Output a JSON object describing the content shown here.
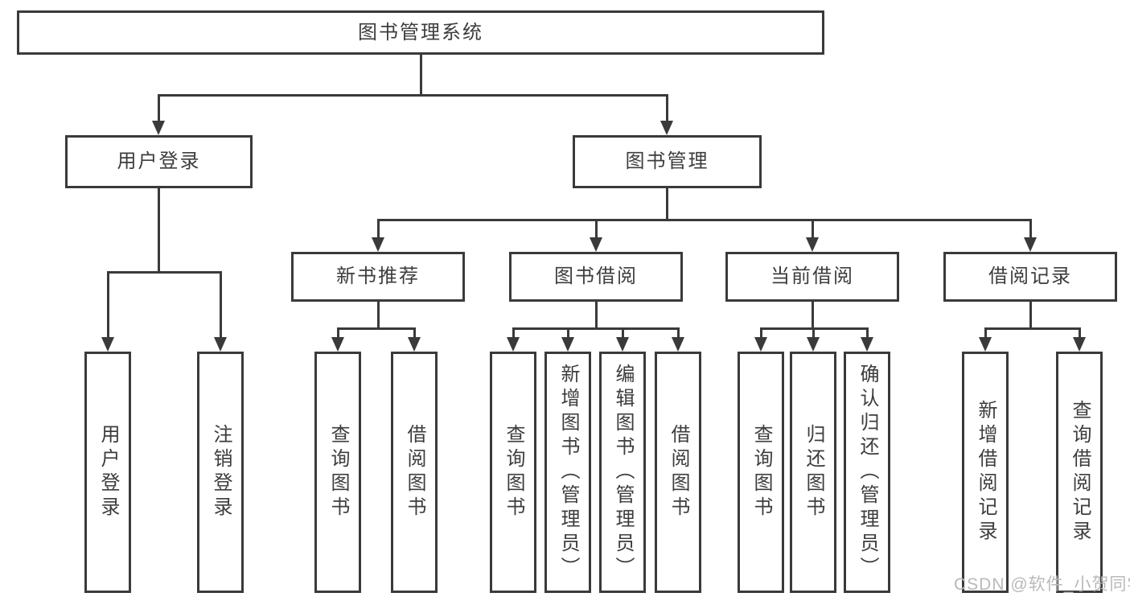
{
  "nodes": {
    "root": "图书管理系统",
    "user_login": "用户登录",
    "book_management": "图书管理",
    "new_book_recommend": "新书推荐",
    "book_borrow": "图书借阅",
    "current_borrow": "当前借阅",
    "borrow_records": "借阅记录",
    "login": "用户登录",
    "logout": "注销登录",
    "nb_query_books": "查询图书",
    "nb_borrow_books": "借阅图书",
    "bb_query_books": "查询图书",
    "bb_add_books_admin": "新增图书（管理员）",
    "bb_edit_books_admin": "编辑图书（管理员）",
    "bb_borrow_books": "借阅图书",
    "cb_query_books": "查询图书",
    "cb_return_books": "归还图书",
    "cb_confirm_return_admin": "确认归还（管理员）",
    "br_add_record": "新增借阅记录",
    "br_query_record": "查询借阅记录"
  },
  "watermark": "CSDN @软件_小贺同学",
  "colors": {
    "line": "#3a3a3a",
    "text": "#3d3d3d",
    "background": "#ffffff",
    "watermark": "#b9b9b9"
  }
}
